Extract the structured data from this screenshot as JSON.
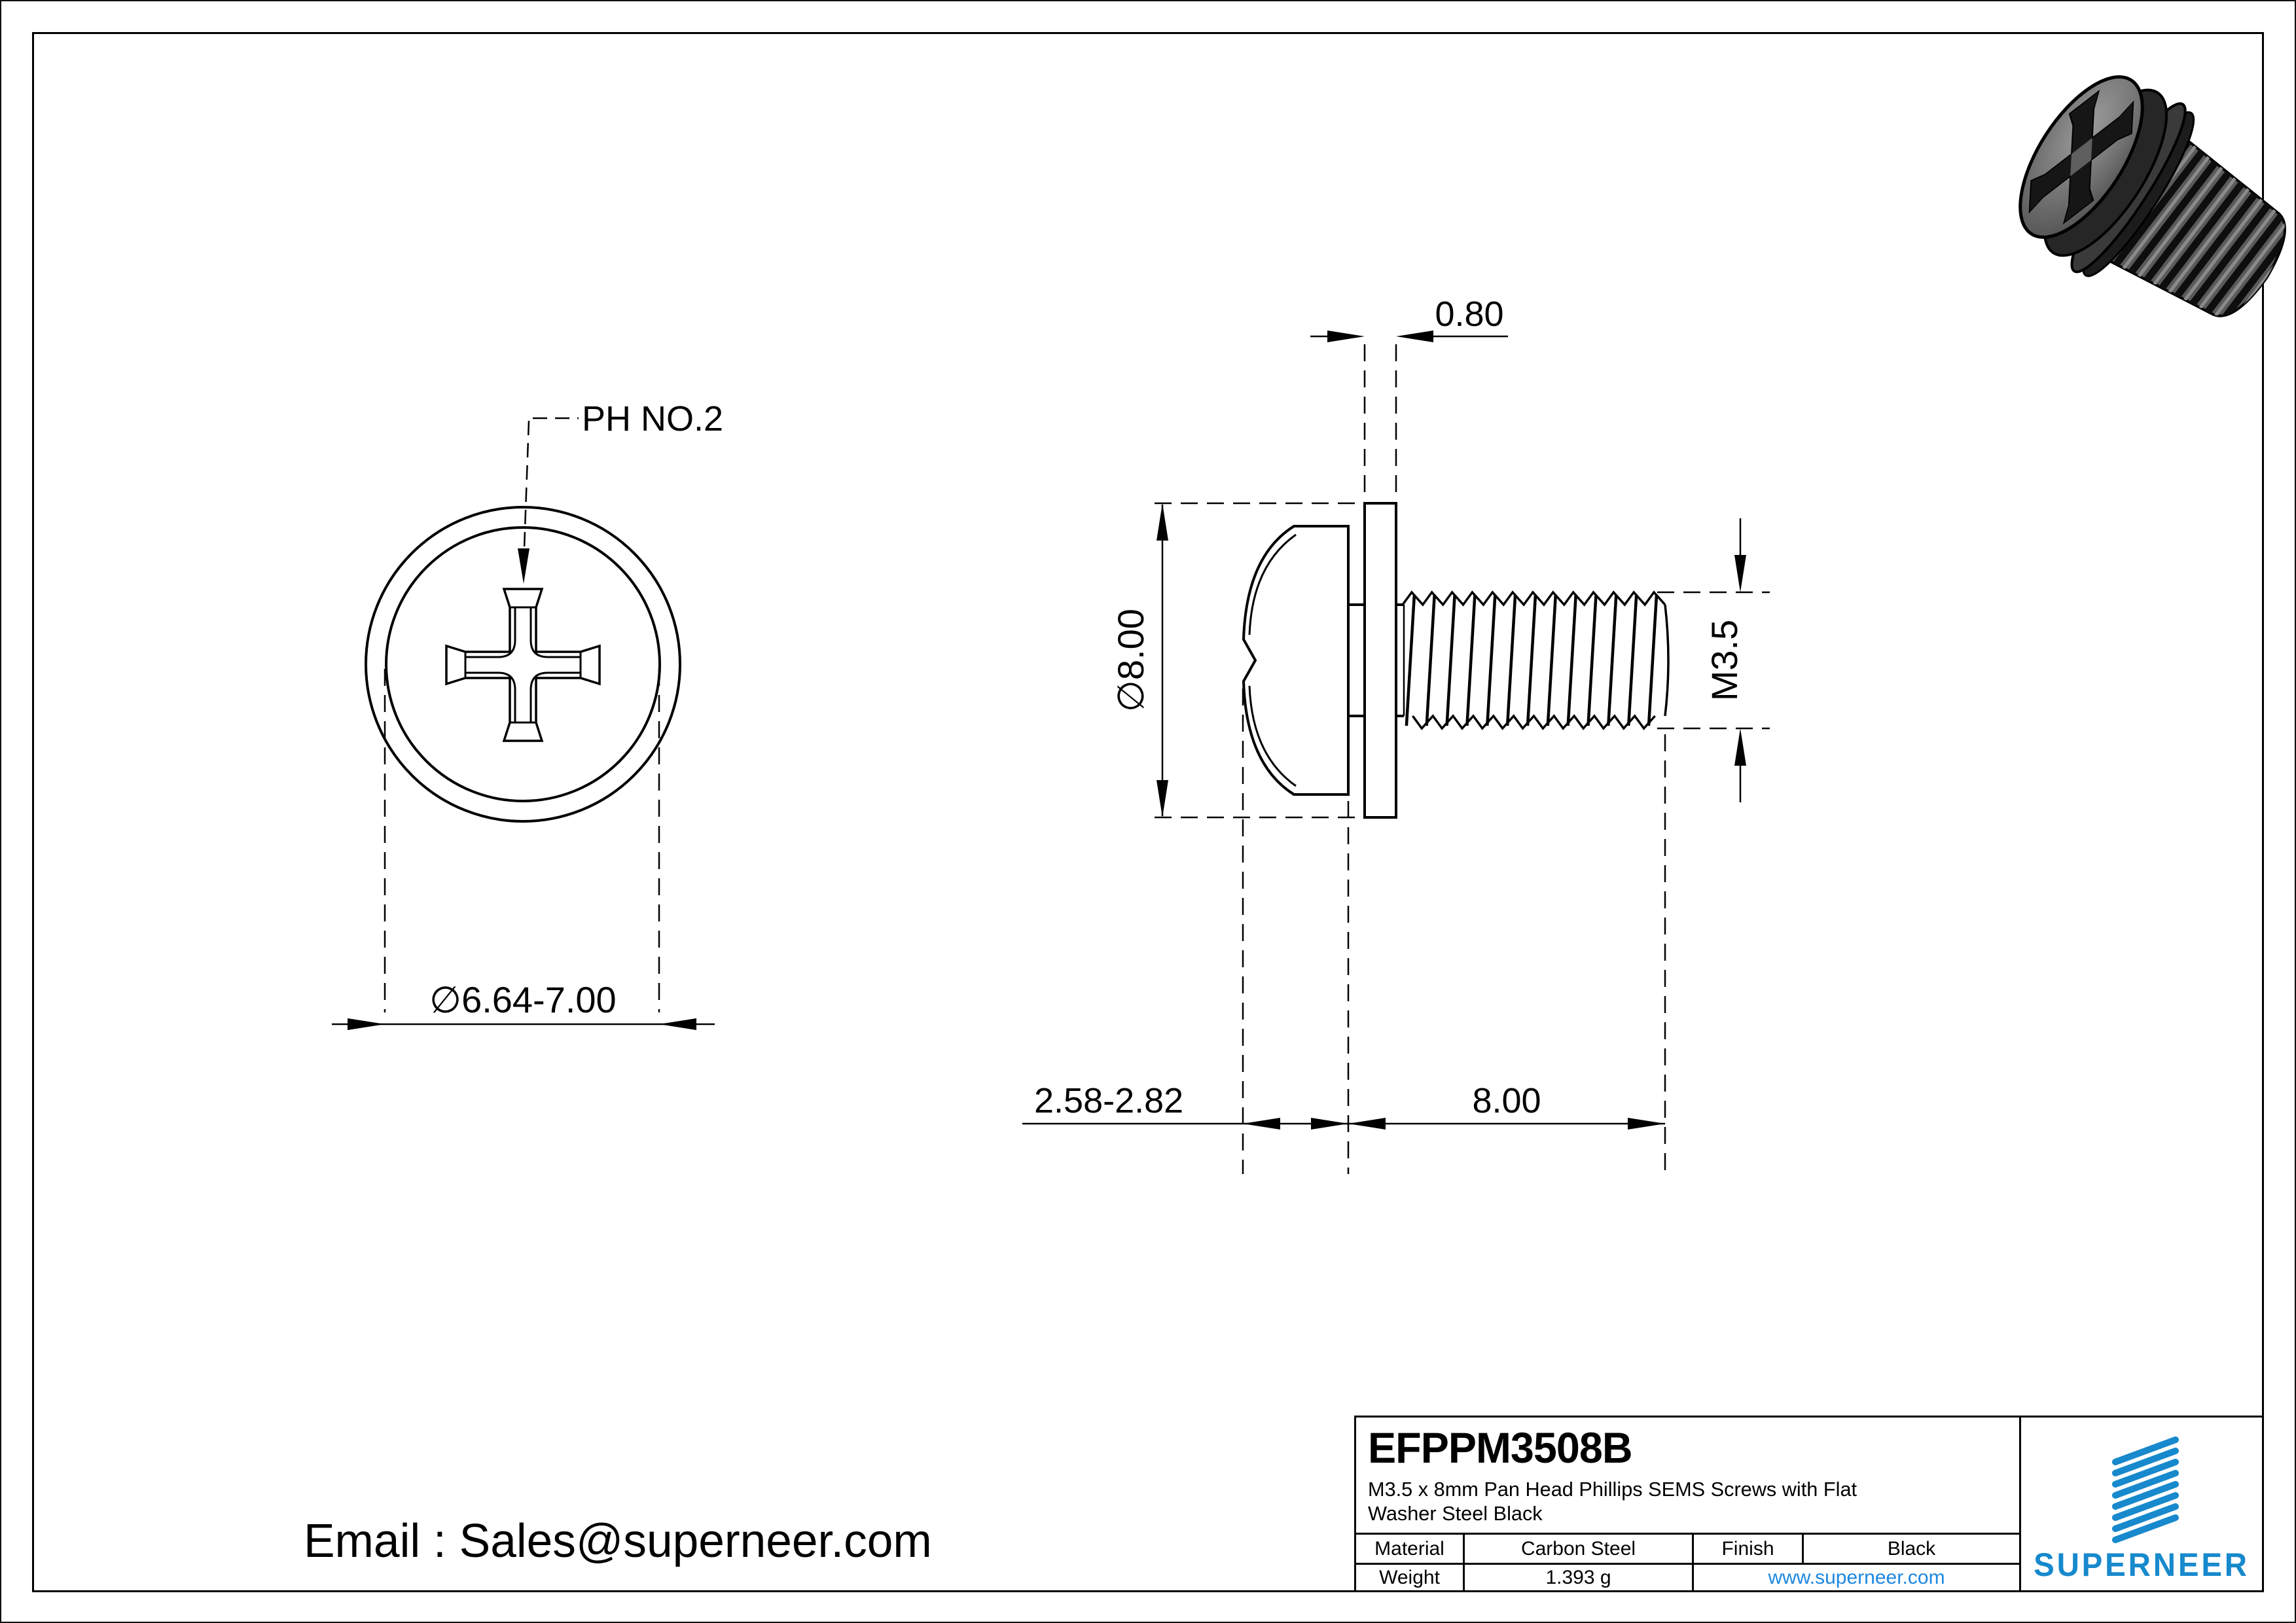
{
  "page": {
    "email_label": "Email : Sales@superneer.com"
  },
  "views": {
    "front": {
      "recess_label": "PH NO.2",
      "head_diameter_label": "∅6.64-7.00"
    },
    "side": {
      "washer_thickness_label": "0.80",
      "washer_diameter_label": "∅8.00",
      "thread_size_label": "M3.5",
      "head_height_label": "2.58-2.82",
      "screw_length_label": "8.00"
    }
  },
  "title_block": {
    "part_number": "EFPPM3508B",
    "description_line1": "M3.5 x 8mm Pan Head Phillips SEMS Screws with  Flat",
    "description_line2": "Washer Steel Black",
    "material_label": "Material",
    "material_value": "Carbon Steel",
    "finish_label": "Finish",
    "finish_value": "Black",
    "weight_label": "Weight",
    "weight_value": "1.393 g",
    "website": "www.superneer.com",
    "brand": "SUPERNEER",
    "brand_color": "#1789cc",
    "link_color": "#1c87e0",
    "drawing_line_color": "#000000"
  }
}
